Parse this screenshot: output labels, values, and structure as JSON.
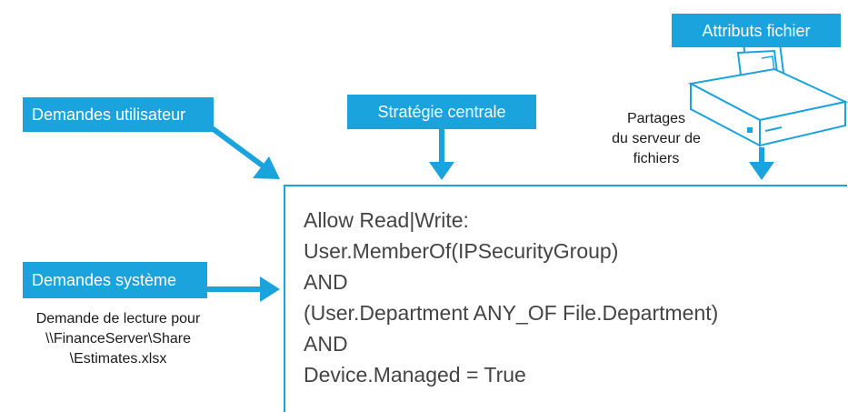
{
  "labels": {
    "user_claims": "Demandes utilisateur",
    "central_policy": "Stratégie centrale",
    "system_claims": "Demandes système",
    "file_attributes": "Attributs fichier"
  },
  "file_server_share": [
    "Partages",
    "du serveur de",
    "fichiers"
  ],
  "access_request": [
    "Demande de lecture pour",
    "\\\\FinanceServer\\Share",
    "\\Estimates.xlsx"
  ],
  "rule": [
    "Allow Read|Write:",
    "User.MemberOf(IPSecurityGroup)",
    "AND",
    "(User.Department ANY_OF File.Department)",
    "AND",
    "Device.Managed = True"
  ],
  "colors": {
    "accent": "#1aa3dc",
    "text": "#444444"
  }
}
